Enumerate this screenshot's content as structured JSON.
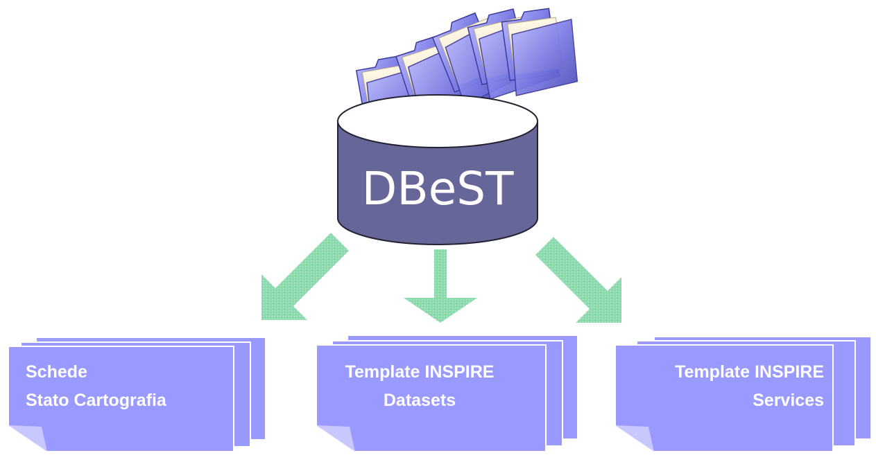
{
  "database": {
    "label": "DBeST",
    "body_color": "#666699",
    "folder_color": "#7a7ae0"
  },
  "arrows": {
    "color": "#8fdcb0"
  },
  "documents": [
    {
      "line1": "Schede",
      "line2": "Stato Cartografia",
      "align": "left"
    },
    {
      "line1": "Template INSPIRE",
      "line2": "Datasets",
      "align": "center"
    },
    {
      "line1": "Template INSPIRE",
      "line2": "Services",
      "align": "right"
    }
  ],
  "document_style": {
    "fill_color": "#9999ff",
    "shadow_color": "#999999"
  }
}
